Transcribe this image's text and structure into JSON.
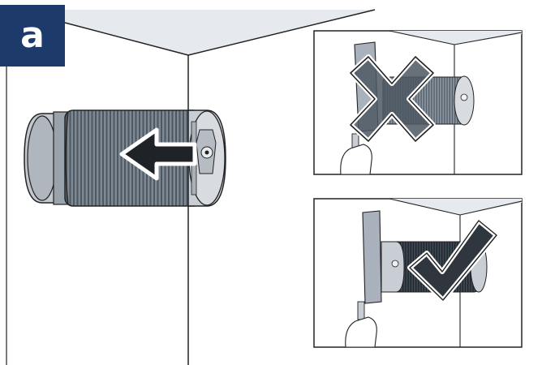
{
  "step_label": "a",
  "colors": {
    "badge": "#1d3a6b",
    "ceiling": "#e6e9ed",
    "outline": "#222222",
    "hose_dark": "#6f7a86",
    "hose_light": "#a9b2bc",
    "flange": "#c9ced4",
    "mark_fill": "#4d5863",
    "mark_outline": "#ffffff"
  },
  "panels": [
    {
      "name": "incorrect",
      "mark": "cross-icon"
    },
    {
      "name": "correct",
      "mark": "check-icon"
    }
  ],
  "main_arrow": "arrow-left-icon"
}
